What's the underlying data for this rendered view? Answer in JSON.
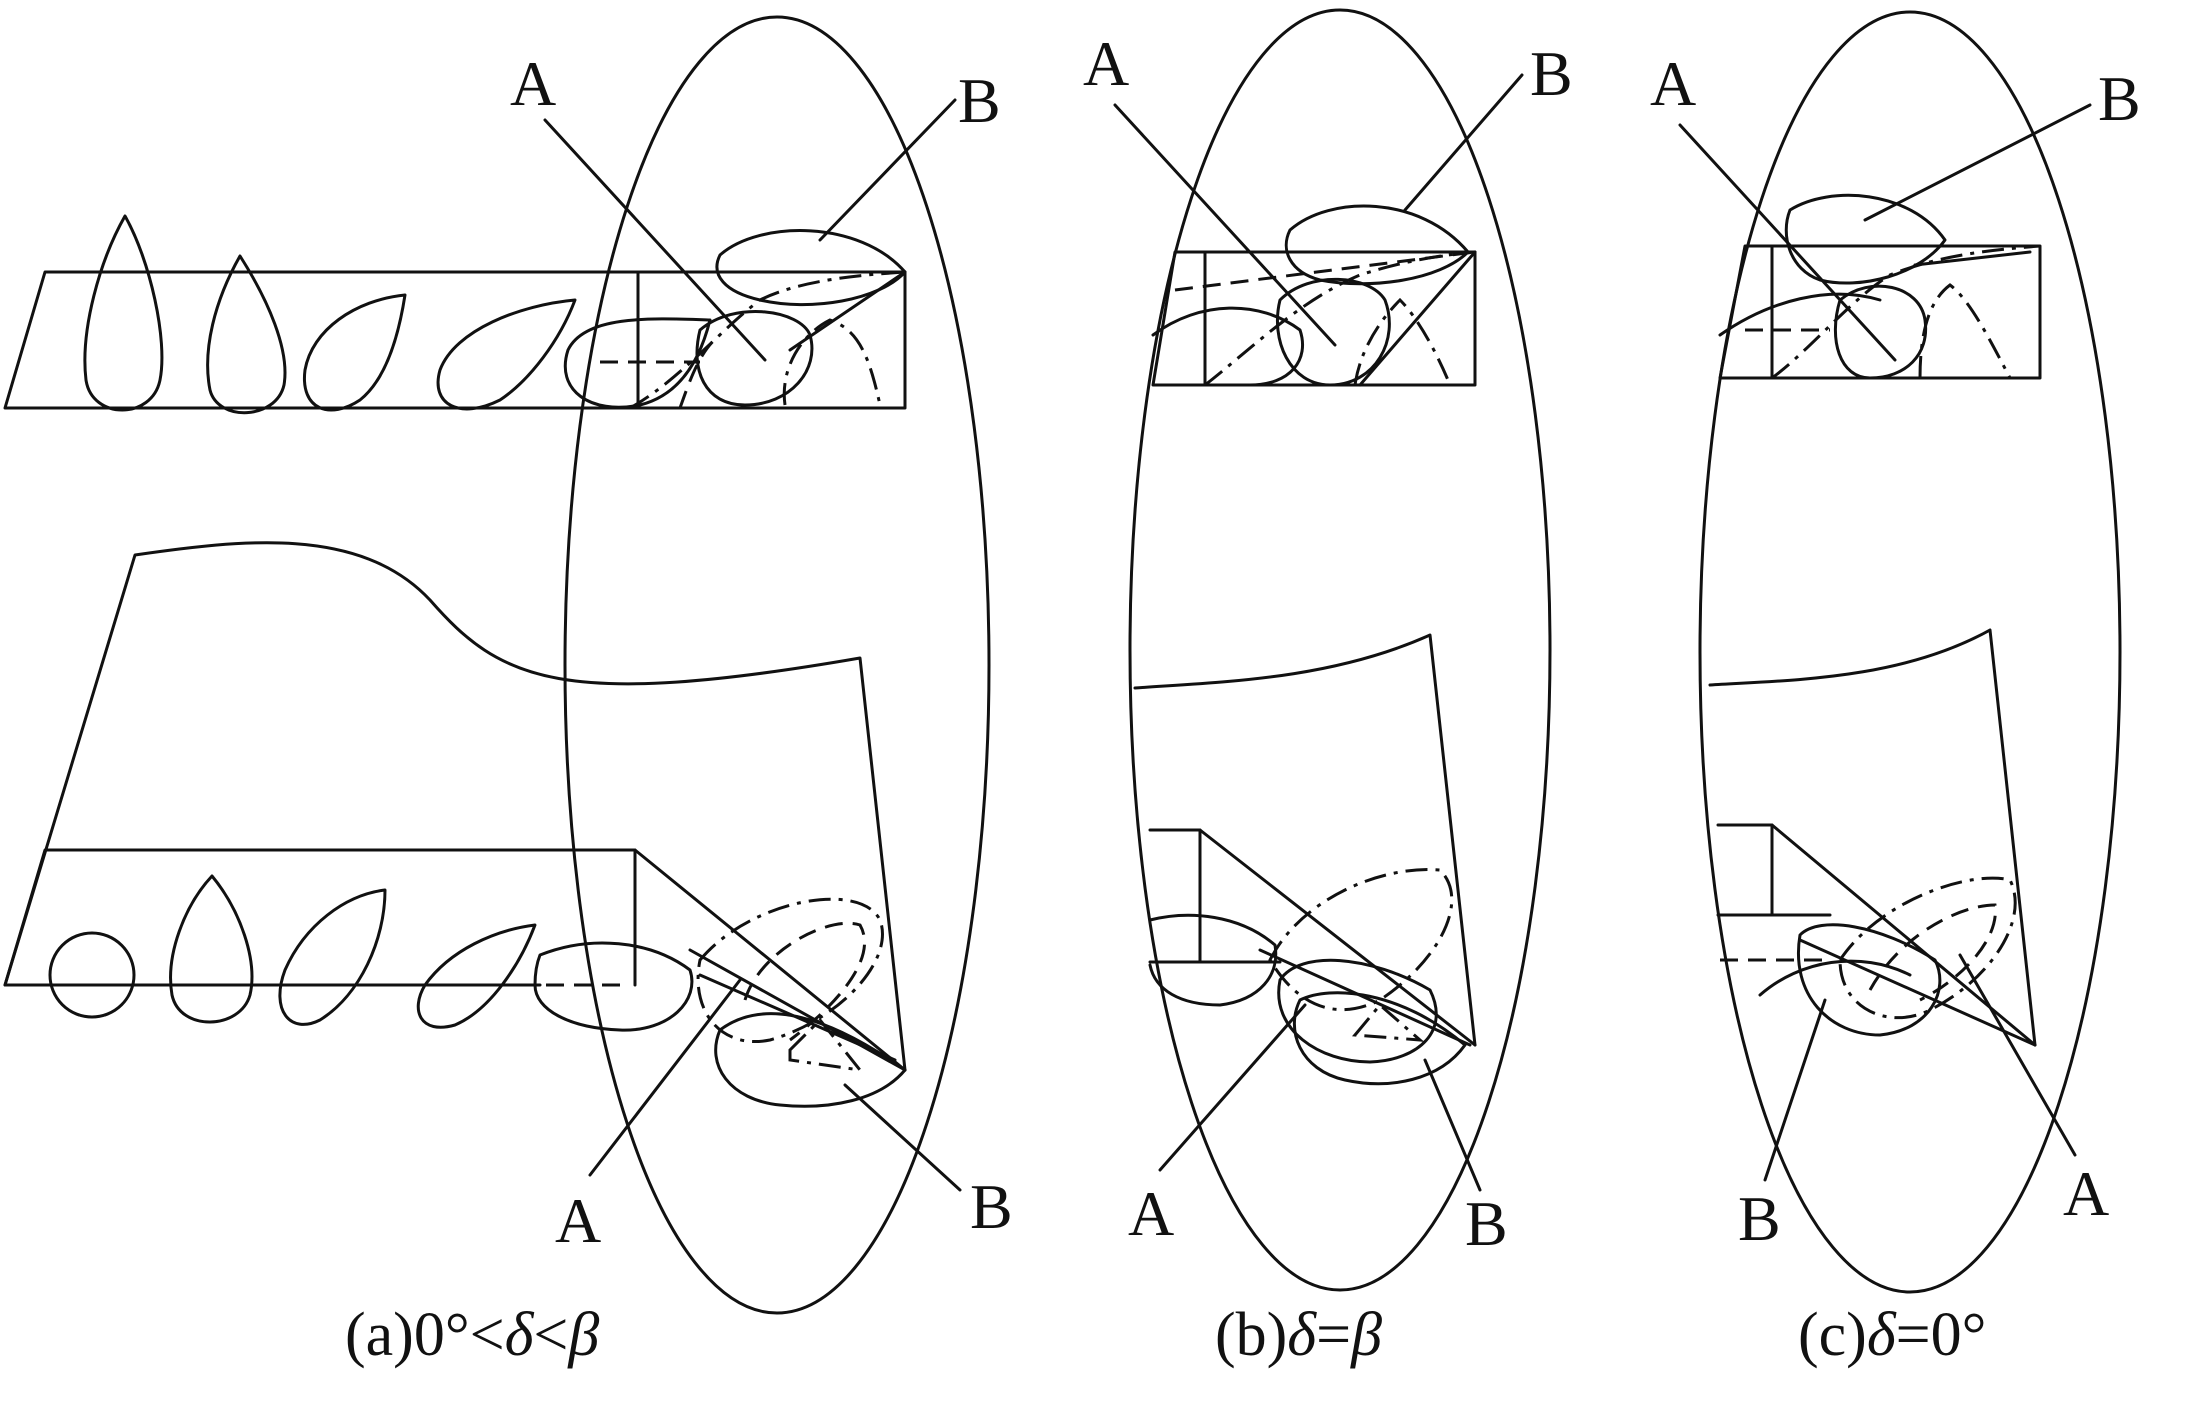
{
  "labels": {
    "a_top_A": "A",
    "a_top_B": "B",
    "a_bottom_A": "A",
    "a_bottom_B": "B",
    "b_top_A": "A",
    "b_top_B": "B",
    "b_bottom_A": "A",
    "b_bottom_B": "B",
    "c_top_A": "A",
    "c_top_B": "B",
    "c_bottom_A": "A",
    "c_bottom_B": "B"
  },
  "captions": {
    "a": {
      "prefix": "(a)",
      "pre_symbol": "0°<",
      "symbol1": "δ",
      "mid": "<",
      "symbol2": "β"
    },
    "b": {
      "prefix": "(b)",
      "pre_symbol": "",
      "symbol1": "δ",
      "mid": "=",
      "symbol2": "β"
    },
    "c": {
      "prefix": "(c)",
      "pre_symbol": "",
      "symbol1": "δ",
      "mid": "=0°",
      "symbol2": ""
    }
  }
}
